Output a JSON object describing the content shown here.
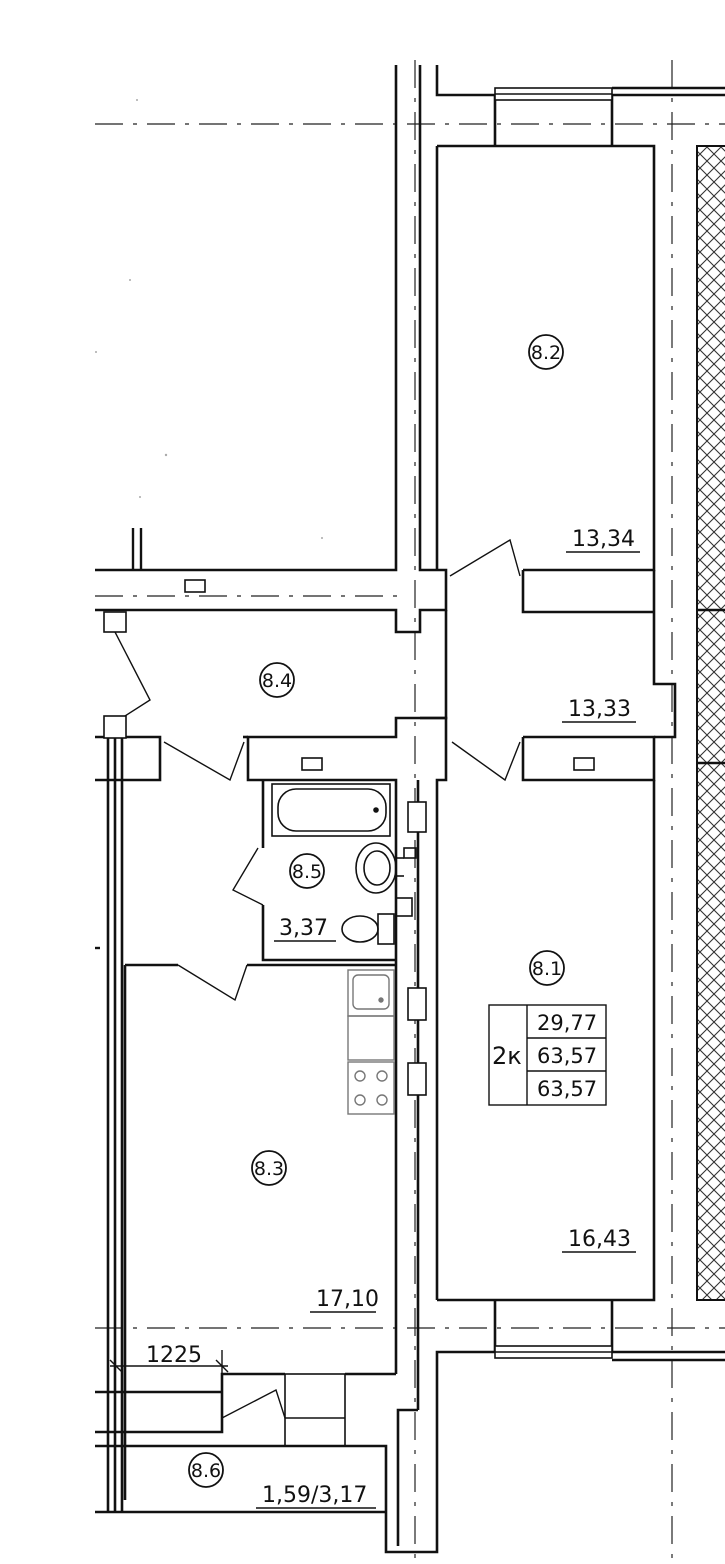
{
  "rooms": {
    "r82": {
      "id": "8.2",
      "area": "13,34"
    },
    "r84": {
      "id": "8.4",
      "area": "13,33"
    },
    "r85": {
      "id": "8.5",
      "area": "3,37"
    },
    "r81": {
      "id": "8.1",
      "area": "16,43"
    },
    "r83": {
      "id": "8.3",
      "area": "17,10"
    },
    "r86": {
      "id": "8.6",
      "area": "1,59/3,17"
    }
  },
  "apartment": {
    "type": "2к",
    "living_area": "29,77",
    "total_area": "63,57",
    "total_area_with_balcony": "63,57"
  },
  "dimension": {
    "value": "1225"
  },
  "colors": {
    "line": "#111111",
    "background": "#ffffff",
    "hatch": "#333333"
  }
}
